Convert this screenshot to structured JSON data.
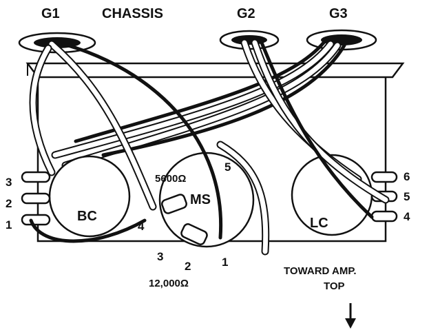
{
  "labels": {
    "g1": "G1",
    "chassis": "CHASSIS",
    "g2": "G2",
    "g3": "G3",
    "bc": "BC",
    "ms": "MS",
    "lc": "LC",
    "r5600": "5600Ω",
    "r12000": "12,000Ω",
    "toward": "TOWARD AMP.",
    "top": "TOP",
    "bc_pin3": "3",
    "bc_pin2": "2",
    "bc_pin1": "1",
    "ms_pin4": "4",
    "ms_pin5": "5",
    "ms_pin3": "3",
    "ms_pin2": "2",
    "ms_pin1": "1",
    "lc_pin6": "6",
    "lc_pin5": "5",
    "lc_pin4": "4"
  }
}
